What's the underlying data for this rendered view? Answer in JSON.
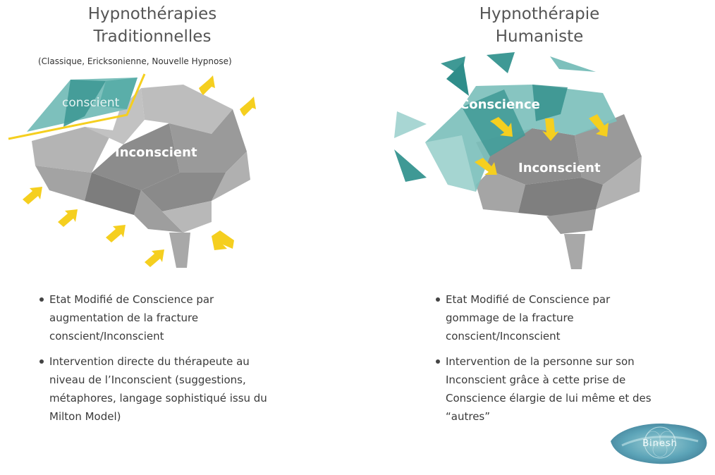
{
  "left": {
    "title_line1": "Hypnothérapies",
    "title_line2": "Traditionnelles",
    "subtitle": "(Classique, Ericksonienne,  Nouvelle Hypnose)",
    "conscious_label": "conscient",
    "unconscious_label": "Inconscient",
    "bullets": [
      "Etat Modifié de Conscience par augmentation de la fracture conscient/Inconscient",
      "Intervention directe du thérapeute au niveau de l’Inconscient (suggestions, métaphores, langage sophistiqué issu du Milton Model)"
    ]
  },
  "right": {
    "title_line1": "Hypnothérapie",
    "title_line2": "Humaniste",
    "conscious_label": "Conscience",
    "unconscious_label": "Inconscient",
    "bullets": [
      "Etat Modifié de Conscience par gommage de la fracture conscient/Inconscient",
      "Intervention de la personne sur son Inconscient grâce à cette prise de Conscience élargie de lui même et des “autres”"
    ]
  },
  "logo": {
    "text": "Binesh"
  },
  "colors": {
    "arrow": "#f5cf1f",
    "teal": "#6fb8b4",
    "teal_dark": "#2f8d8a",
    "gray": "#9a9a9a"
  }
}
